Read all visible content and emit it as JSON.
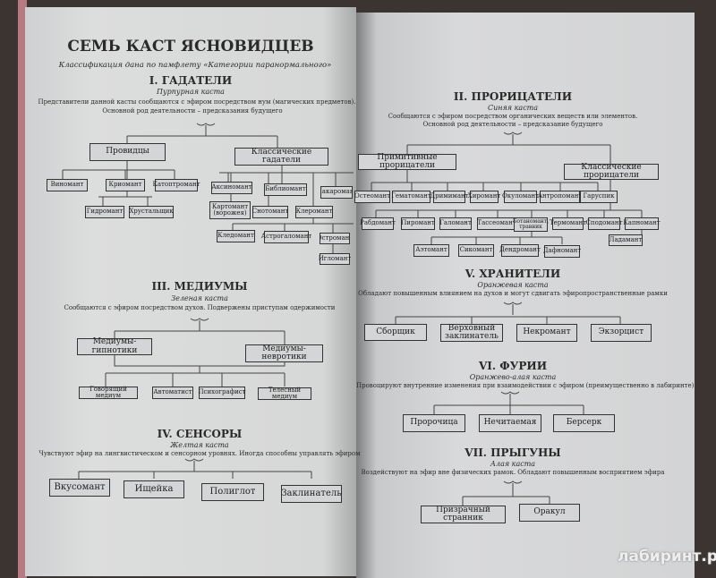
{
  "title": "СЕМЬ КАСТ ЯСНОВИДЦЕВ",
  "subtitle": "Классификация дана по памфлету «Категории паранормального»",
  "castes": {
    "c1": {
      "name": "I. ГАДАТЕЛИ",
      "color": "Пурпурная каста",
      "desc1": "Представители данной касты сообщаются с эфиром посредством нум (магических предметов).",
      "desc2": "Основной род деятельности – предсказания будущего",
      "groups": [
        "Провидцы",
        "Классические гадатели"
      ],
      "items": [
        "Виномант",
        "Криомант",
        "Катоптромант",
        "Гидромант",
        "Хрустальщик",
        "Аксиномант",
        "Библиомант",
        "Макаромант",
        "Картомант (ворожея)",
        "Снотомант",
        "Клеромант",
        "Кледомант",
        "Астрогаломант",
        "Остромант",
        "Игломант"
      ]
    },
    "c2": {
      "name": "II. ПРОРИЦАТЕЛИ",
      "color": "Синяя каста",
      "desc1": "Сообщаются с эфиром посредством органических веществ или элементов.",
      "desc2": "Основной род деятельности – предсказание будущего",
      "groups": [
        "Примитивные прорицатели",
        "Классические прорицатели"
      ],
      "items": [
        "Остеомант",
        "Гематомант",
        "Дримимант",
        "Хиромант",
        "Окуломант",
        "Антропомант",
        "Гаруспик",
        "Рабдомант",
        "Пиромант",
        "Галомант",
        "Тассеомант",
        "Ботаномант, травник",
        "Термомант",
        "Сподомант",
        "Капномант",
        "Ладамант",
        "Аэтомант",
        "Сикомант",
        "Дендромант",
        "Дафномант"
      ]
    },
    "c3": {
      "name": "III. МЕДИУМЫ",
      "color": "Зеленая каста",
      "desc1": "Сообщаются с эфиром посредством духов. Подвержены приступам одержимости",
      "groups": [
        "Медиумы-гипнотики",
        "Медиумы-невротики"
      ],
      "items": [
        "Говорящий медиум",
        "Автоматист",
        "Психографист",
        "Телесный медиум"
      ]
    },
    "c4": {
      "name": "IV. СЕНСОРЫ",
      "color": "Желтая каста",
      "desc1": "Чувствуют эфир на лингвистическом и сенсорном уровнях. Иногда способны управлять эфиром",
      "items": [
        "Вкусомант",
        "Ищейка",
        "Полиглот",
        "Заклинатель"
      ]
    },
    "c5": {
      "name": "V. ХРАНИТЕЛИ",
      "color": "Оранжевая каста",
      "desc1": "Обладают повышенным влиянием на духов и могут сдвигать эфиропространственные рамки",
      "items": [
        "Сборщик",
        "Верховный заклинатель",
        "Некромант",
        "Экзорцист"
      ]
    },
    "c6": {
      "name": "VI. ФУРИИ",
      "color": "Оранжево-алая каста",
      "desc1": "Провоцируют внутренние изменения при взаимодействии с эфиром (преимущественно в лабиринте)",
      "items": [
        "Пророчица",
        "Нечитаемая",
        "Берсерк"
      ]
    },
    "c7": {
      "name": "VII. ПРЫГУНЫ",
      "color": "Алая каста",
      "desc1": "Воздействуют на эфир вне физических рамок. Обладают повышенным восприятием эфира",
      "items": [
        "Призрачный странник",
        "Оракул"
      ]
    }
  },
  "watermark": "лабиринт.ру"
}
